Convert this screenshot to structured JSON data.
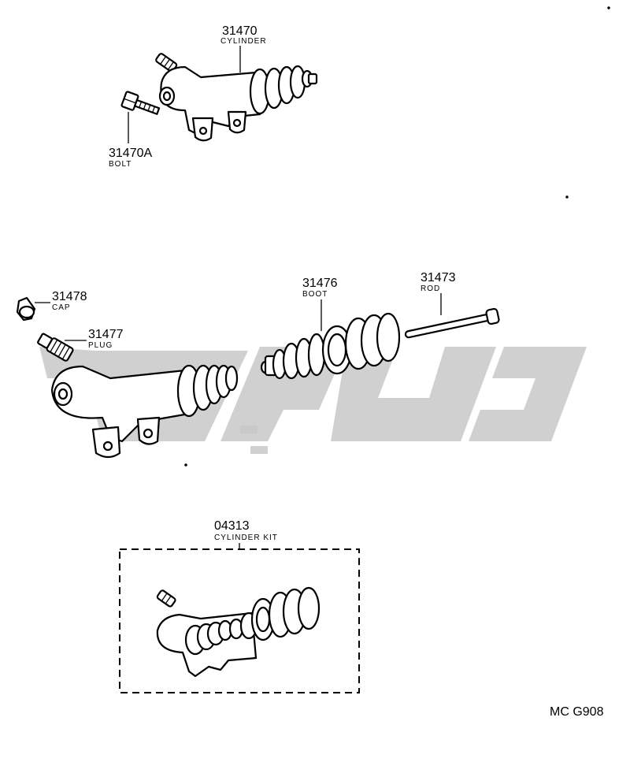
{
  "diagram_code": "MC G908",
  "parts": {
    "cylinder": {
      "number": "31470",
      "name": "CYLINDER"
    },
    "bolt": {
      "number": "31470A",
      "name": "BOLT"
    },
    "cap": {
      "number": "31478",
      "name": "CAP"
    },
    "plug": {
      "number": "31477",
      "name": "PLUG"
    },
    "boot": {
      "number": "31476",
      "name": "BOOT"
    },
    "rod": {
      "number": "31473",
      "name": "ROD"
    },
    "kit": {
      "number": "04313",
      "name": "CYLINDER KIT"
    }
  },
  "colors": {
    "ink": "#000000",
    "watermark": "#c8c8c8",
    "background": "#ffffff"
  }
}
